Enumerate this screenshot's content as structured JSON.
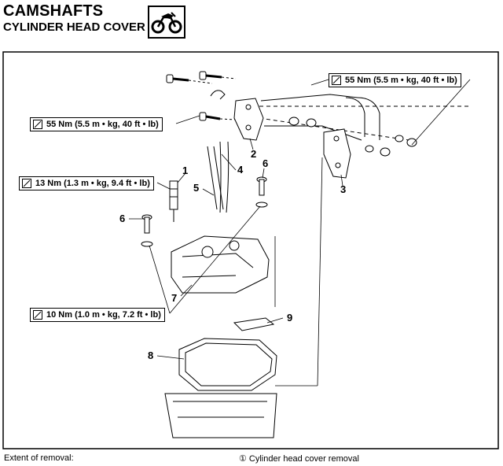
{
  "header": {
    "title": "CAMSHAFTS",
    "subtitle": "CYLINDER HEAD COVER",
    "icon": "motorcycle-icon"
  },
  "torque_labels": [
    "55 Nm (5.5 m • kg, 40 ft • lb)",
    "55 Nm (5.5 m • kg, 40 ft • lb)",
    "13 Nm (1.3 m • kg, 9.4 ft • lb)",
    "10 Nm (1.0 m • kg, 7.2 ft • lb)"
  ],
  "callouts": [
    "1",
    "2",
    "3",
    "4",
    "5",
    "6",
    "6",
    "7",
    "8",
    "9"
  ],
  "footer": {
    "label": "Extent of removal:",
    "value": "① Cylinder head cover removal"
  }
}
